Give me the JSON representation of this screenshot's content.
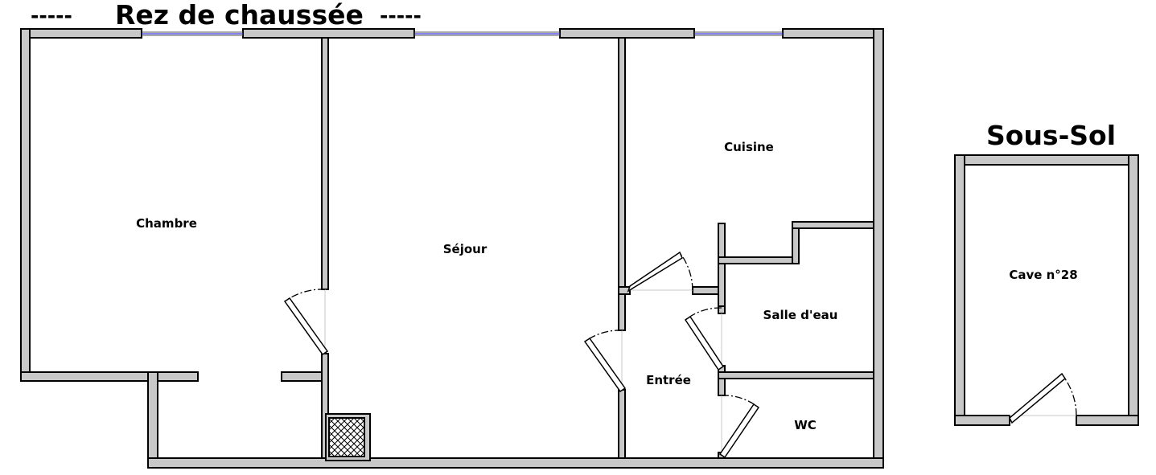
{
  "titles": {
    "ground_floor": "Rez de chaussée",
    "dashes_left": "-----",
    "dashes_right": "-----",
    "basement": "Sous-Sol"
  },
  "rooms": {
    "chambre": "Chambre",
    "sejour": "Séjour",
    "cuisine": "Cuisine",
    "salle_deau": "Salle d'eau",
    "entree": "Entrée",
    "wc": "WC",
    "cave": "Cave n°28"
  },
  "colors": {
    "wall_fill": "#c8c8c8",
    "wall_stroke": "#000000",
    "window": "#3a3ae0",
    "background": "#ffffff"
  }
}
